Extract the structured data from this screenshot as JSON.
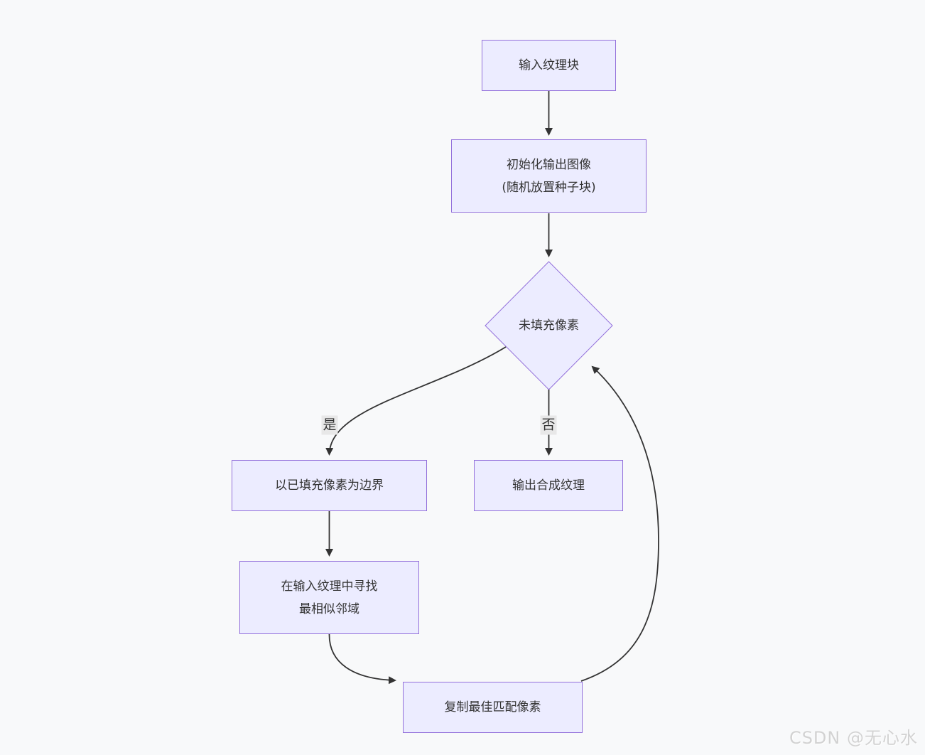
{
  "colors": {
    "background": "#f8f9fa",
    "node_fill": "#ececff",
    "node_border": "#9370db",
    "edge": "#333333",
    "edge_label_bg": "#e8e8e8",
    "text": "#333333",
    "watermark": "#d2d2d2"
  },
  "nodes": {
    "input": {
      "label": "输入纹理块"
    },
    "init": {
      "line1": "初始化输出图像",
      "line2": "(随机放置种子块)"
    },
    "decision": {
      "label": "未填充像素"
    },
    "boundary": {
      "label": "以已填充像素为边界"
    },
    "output": {
      "label": "输出合成纹理"
    },
    "search": {
      "line1": "在输入纹理中寻找",
      "line2": "最相似邻域"
    },
    "copy": {
      "label": "复制最佳匹配像素"
    }
  },
  "edge_labels": {
    "yes": "是",
    "no": "否"
  },
  "watermark": "CSDN @无心水"
}
